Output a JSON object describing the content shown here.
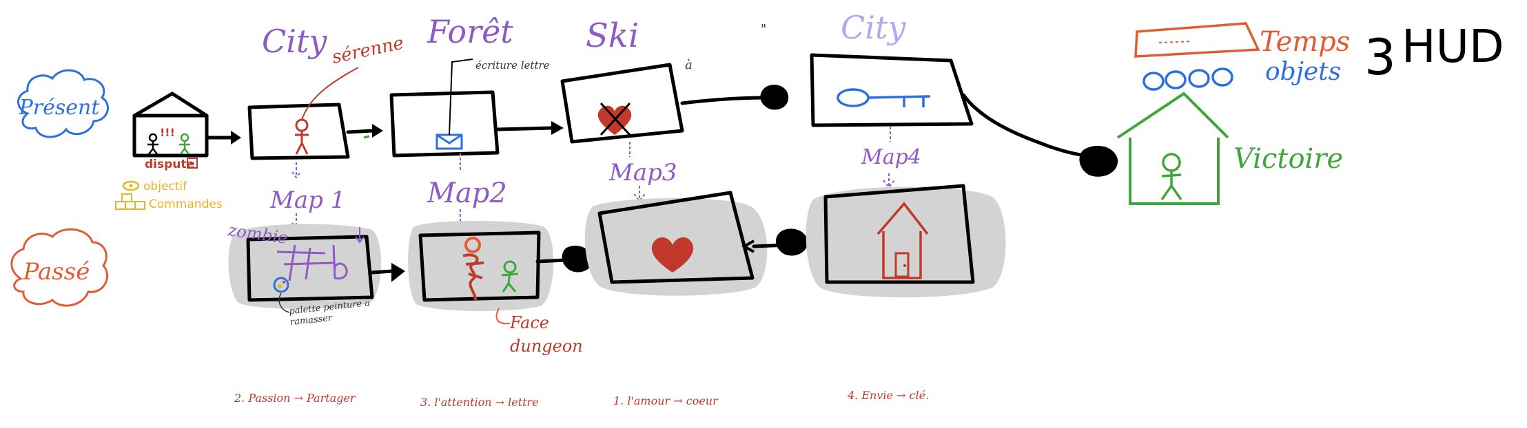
{
  "colors": {
    "ink": "#000000",
    "purple": "#8e5ac4",
    "lavender": "#b7a6ee",
    "red": "#c0392b",
    "orange": "#e05d34",
    "blue": "#2d6fe0",
    "green": "#3fa63b",
    "yellow": "#e6b41e",
    "gray": "#d3d3d3"
  },
  "rows": {
    "present": "Présent",
    "past": "Passé"
  },
  "start_scene": {
    "alert": "!!!",
    "dispute": "dispute",
    "objective": "objectif",
    "controls": "Commandes"
  },
  "present_scenes": [
    {
      "title": "City",
      "note": "sérenne",
      "icon": "person-icon"
    },
    {
      "title": "Forêt",
      "note": "écriture lettre",
      "icon": "letter-icon"
    },
    {
      "title": "Ski",
      "note": "à",
      "icon": "broken-heart-icon"
    },
    {
      "title": "City",
      "note": "\"",
      "icon": "key-icon"
    }
  ],
  "maps": [
    "Map 1",
    "Map2",
    "Map3",
    "Map4"
  ],
  "past_scenes": [
    {
      "note": "zombie",
      "extra": "palette peinture à ramasser",
      "icon": "painting-icon"
    },
    {
      "note": "Face dungeon",
      "icon": "mixed-person-icon"
    },
    {
      "note": "",
      "icon": "heart-icon"
    },
    {
      "note": "",
      "icon": "house-icon"
    }
  ],
  "hud": {
    "time": "Temps",
    "items": "objets",
    "title": "HUD",
    "prefix": "3",
    "victory": "Victoire"
  },
  "footer": [
    "2. Passion → Partager",
    "3. l'attention → lettre",
    "1. l'amour → coeur",
    "4. Envie → clé."
  ]
}
